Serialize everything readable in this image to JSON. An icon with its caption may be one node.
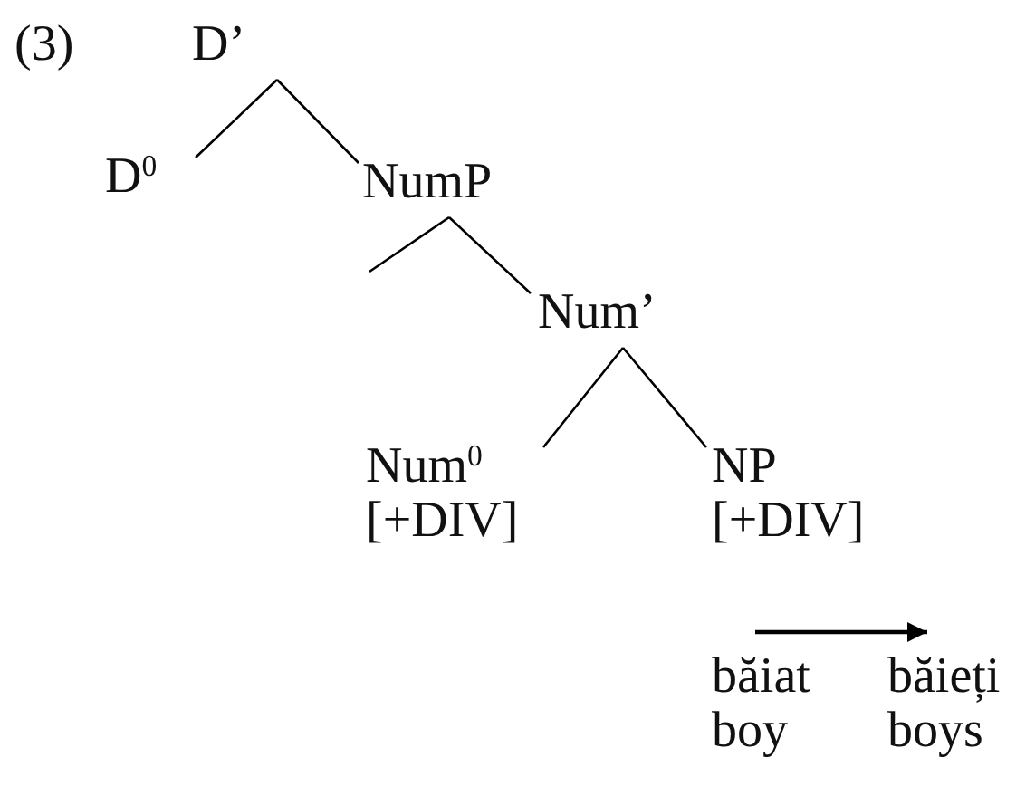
{
  "diagram": {
    "nodes": [
      {
        "text": [
          "D’"
        ]
      },
      {
        "text": [
          "D$^{0}$"
        ]
      },
      {
        "text": [
          "NumP"
        ]
      },
      {
        "text": [
          "Num’"
        ]
      },
      {
        "text": [
          "Num$^{0}$",
          "[+DIV]"
        ]
      },
      {
        "text": [
          "NP",
          "[+DIV]"
        ]
      },
      {
        "text": [
          "băiat",
          "boy"
        ]
      },
      {
        "text": [
          "băieți",
          "boys"
        ]
      }
    ],
    "edges": [
      {
        "from": 0,
        "to": 1,
        "arrow": "none"
      },
      {
        "from": 0,
        "to": 2,
        "arrow": "none"
      },
      {
        "from": 2,
        "to": null,
        "arrow": "none"
      },
      {
        "from": 2,
        "to": 3,
        "arrow": "none"
      },
      {
        "from": 3,
        "to": 4,
        "arrow": "none"
      },
      {
        "from": 3,
        "to": 5,
        "arrow": "none"
      },
      {
        "from": 6,
        "to": 7,
        "arrow": "to"
      }
    ],
    "labels": [
      "(3)"
    ]
  }
}
